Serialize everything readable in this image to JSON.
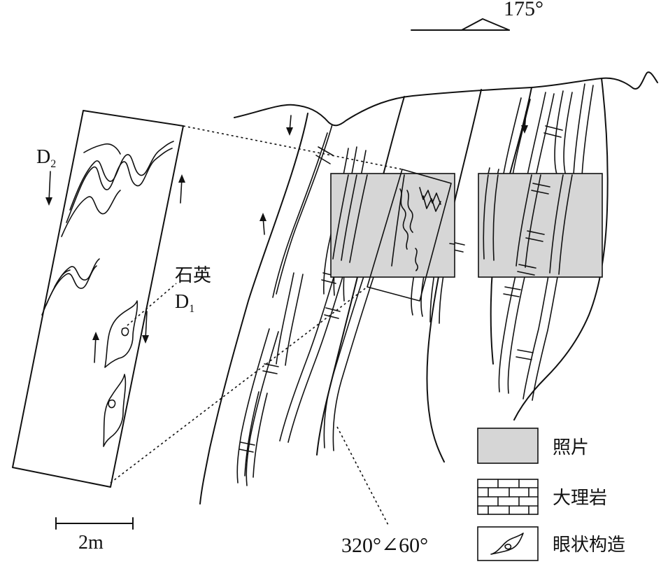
{
  "orientation": {
    "strike_label": "175°"
  },
  "inset": {
    "d2_main": "D",
    "d2_sub": "2",
    "quartz": "石英",
    "d1_main": "D",
    "d1_sub": "1"
  },
  "scale": {
    "label": "2m"
  },
  "attitude": {
    "label": "320°∠60°"
  },
  "legend": {
    "items": [
      {
        "label": "照片",
        "symbol": "gray-box"
      },
      {
        "label": "大理岩",
        "symbol": "brick-pattern"
      },
      {
        "label": "眼状构造",
        "symbol": "eye-structure"
      }
    ]
  },
  "colors": {
    "photo_fill": "#d6d6d6",
    "line": "#111111"
  }
}
